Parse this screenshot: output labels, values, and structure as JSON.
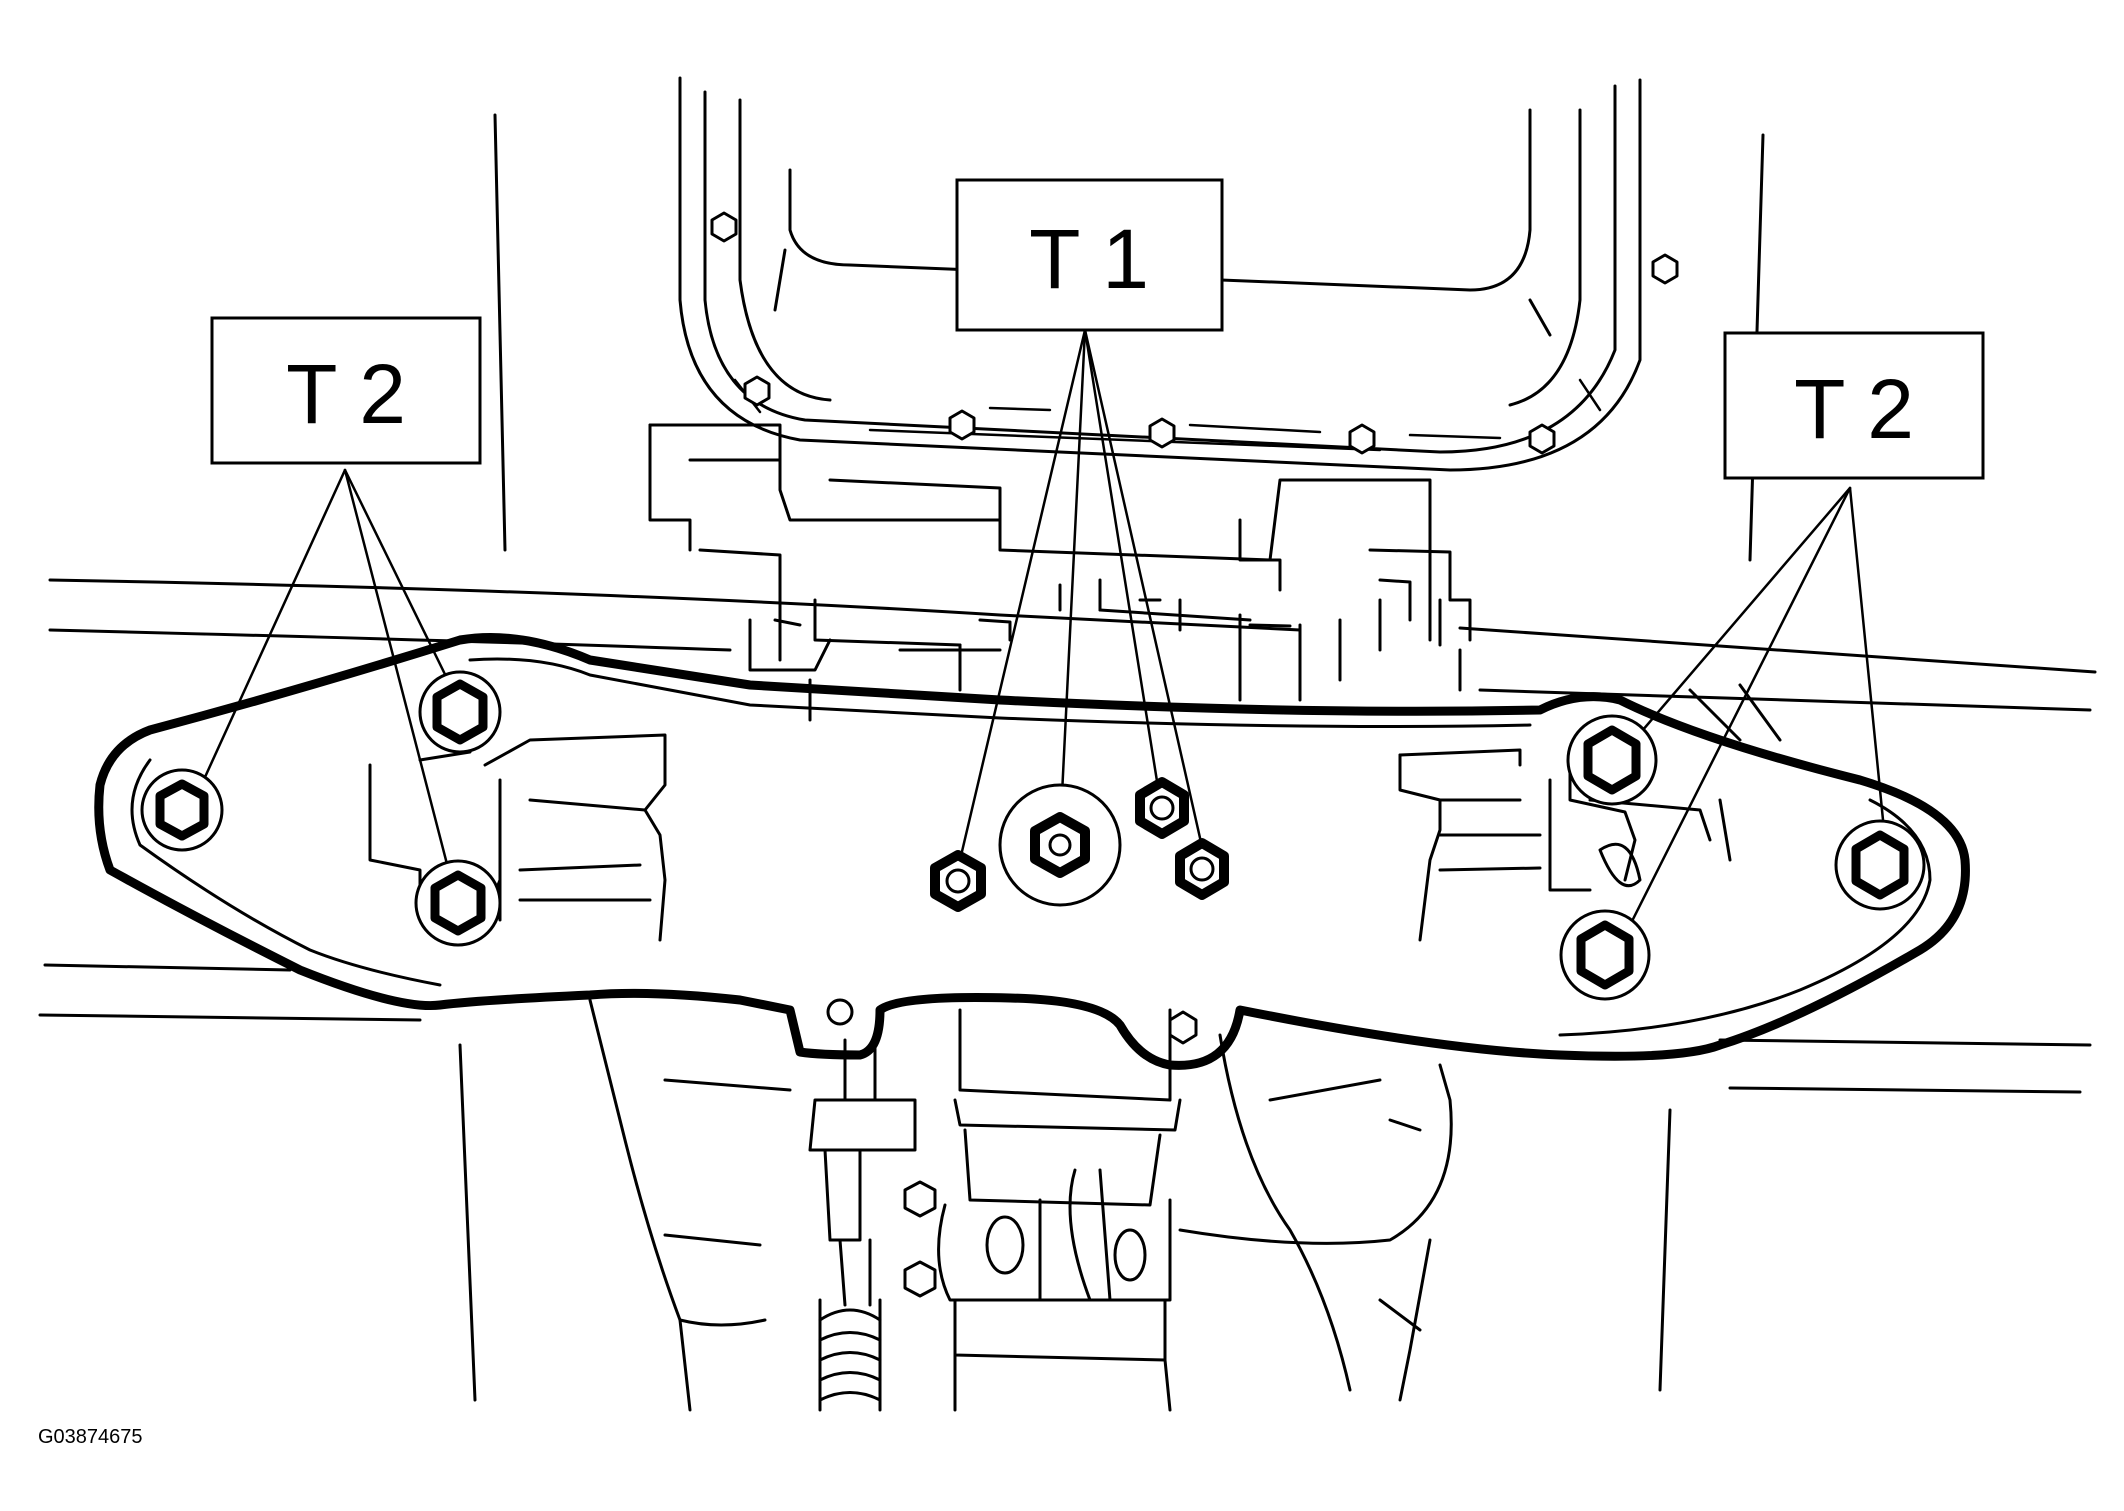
{
  "labels": {
    "t2_left": "T 2",
    "t1_center": "T 1",
    "t2_right": "T 2"
  },
  "figure_code": "G03874675",
  "colors": {
    "ink": "#000000",
    "paper": "#ffffff"
  },
  "icons": {
    "bolt": "hex-bolt-icon",
    "nut": "hex-nut-icon"
  }
}
